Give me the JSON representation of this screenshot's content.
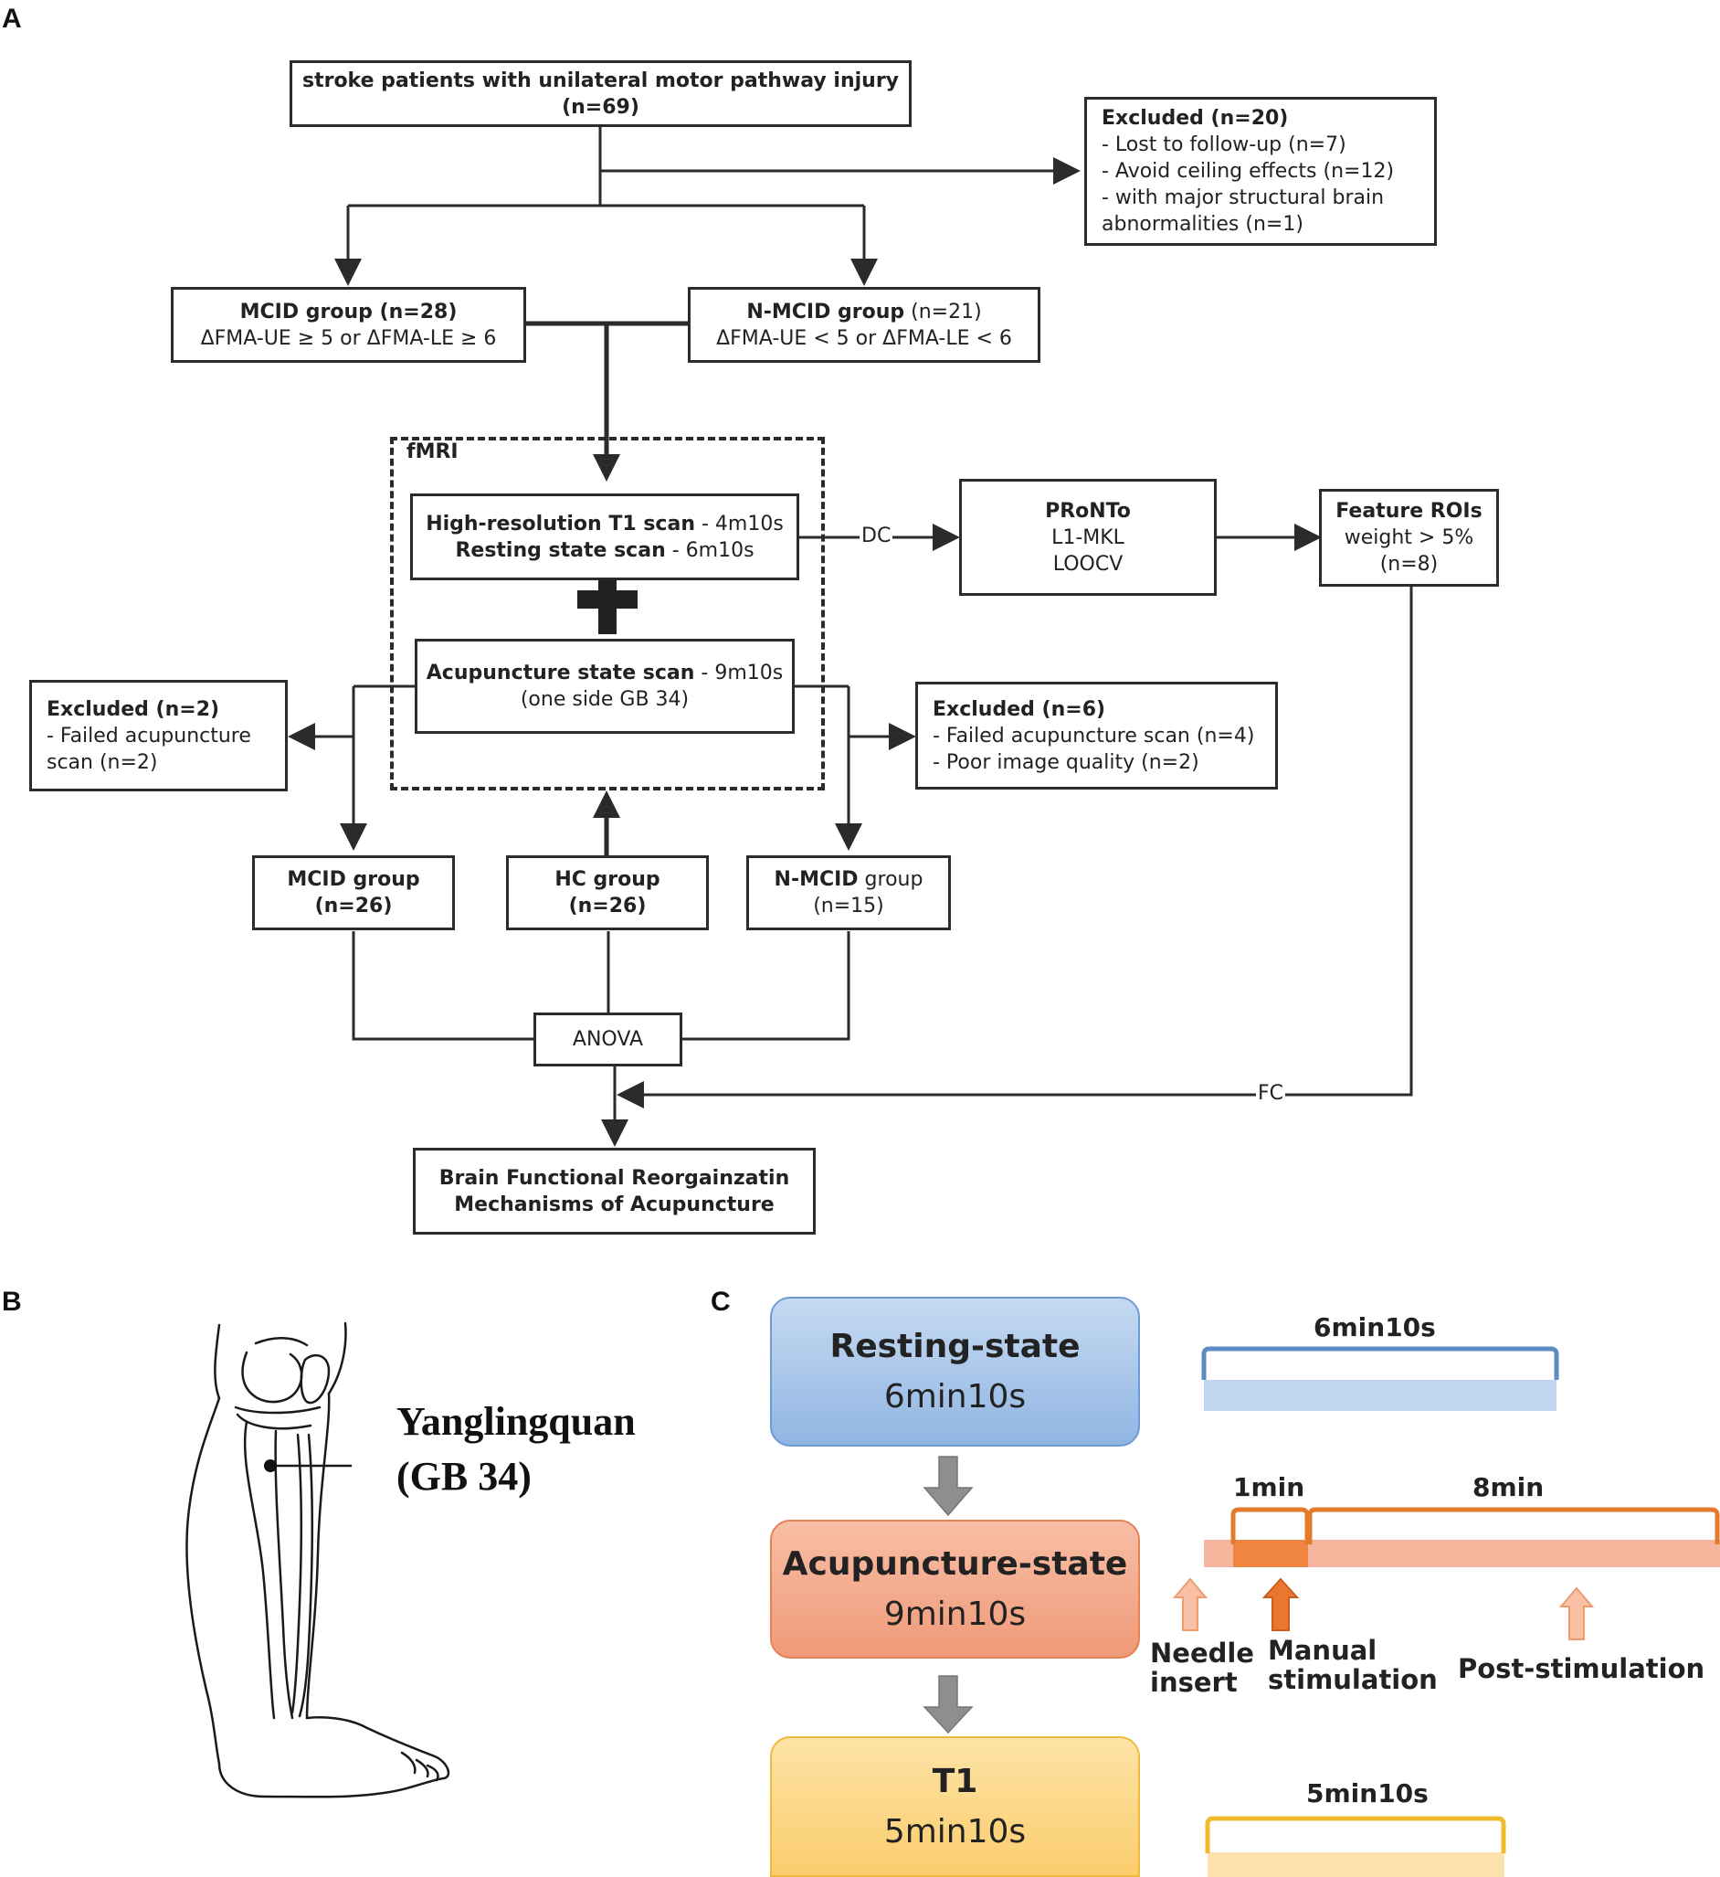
{
  "panels": {
    "a": "A",
    "b": "B",
    "c": "C"
  },
  "flow": {
    "top": {
      "line1": "stroke patients with unilateral motor pathway  injury",
      "line2": "(n=69)"
    },
    "excluded_top": {
      "title": "Excluded (n=20)",
      "items": [
        "- Lost to follow-up (n=7)",
        "- Avoid ceiling effects (n=12)",
        "- with major structural brain",
        "abnormalities  (n=1)"
      ]
    },
    "mcid_group": {
      "title": "MCID group (n=28)",
      "criterion": "ΔFMA-UE ≥ 5 or ΔFMA-LE ≥ 6"
    },
    "nmcid_group": {
      "title": "N-MCID  group",
      "count": " (n=21)",
      "criterion": "ΔFMA-UE < 5 or ΔFMA-LE < 6"
    },
    "fmri_label": "fMRI",
    "t1_scan": {
      "line1_bold": "High-resolution T1 scan",
      "line1_rest": " - 4m10s",
      "line2_bold": "Resting state scan",
      "line2_rest": " - 6m10s"
    },
    "acu_scan": {
      "line1_bold": "Acupuncture state scan",
      "line1_rest": " - 9m10s",
      "line2": "(one side GB 34)"
    },
    "dc_label": "DC",
    "pronto": {
      "title": "PRoNTo",
      "line2": "L1-MKL",
      "line3": "LOOCV"
    },
    "feature_rois": {
      "title": "Feature ROIs",
      "line2": "weight > 5%",
      "line3": "(n=8)"
    },
    "excluded_left": {
      "title": "Excluded (n=2)",
      "items": [
        "- Failed acupuncture",
        "scan (n=2)"
      ]
    },
    "excluded_right": {
      "title": "Excluded (n=6)",
      "items": [
        "- Failed acupuncture scan (n=4)",
        "- Poor image quality (n=2)"
      ]
    },
    "mcid_final": {
      "line1": "MCID group",
      "line2": "(n=26)"
    },
    "hc_final": {
      "line1": "HC group",
      "line2": "(n=26)"
    },
    "nmcid_final": {
      "line1_bold": "N-MCID",
      "line1_rest": " group",
      "line2": "(n=15)"
    },
    "anova": "ANOVA",
    "fc_label": "FC",
    "outcome": {
      "line1": "Brain Functional Reorgainzatin",
      "line2": "Mechanisms of Acupuncture"
    }
  },
  "figure_b": {
    "acupoint_name": "Yanglingquan",
    "acupoint_code": "(GB 34)"
  },
  "figure_c": {
    "stages": [
      {
        "title": "Resting-state",
        "duration": "6min10s",
        "color": "#a9c6e8"
      },
      {
        "title": "Acupuncture-state",
        "duration": "9min10s",
        "color": "#f2a88a"
      },
      {
        "title": "T1",
        "duration": "5min10s",
        "color": "#fcd78c"
      }
    ],
    "timeline_resting": "6min10s",
    "timeline_acu_1": "1min",
    "timeline_acu_2": "8min",
    "timeline_t1": "5min10s",
    "legend": {
      "needle": [
        "Needle",
        "insert"
      ],
      "manual": [
        "Manual",
        "stimulation"
      ],
      "post": "Post-stimulation"
    }
  }
}
